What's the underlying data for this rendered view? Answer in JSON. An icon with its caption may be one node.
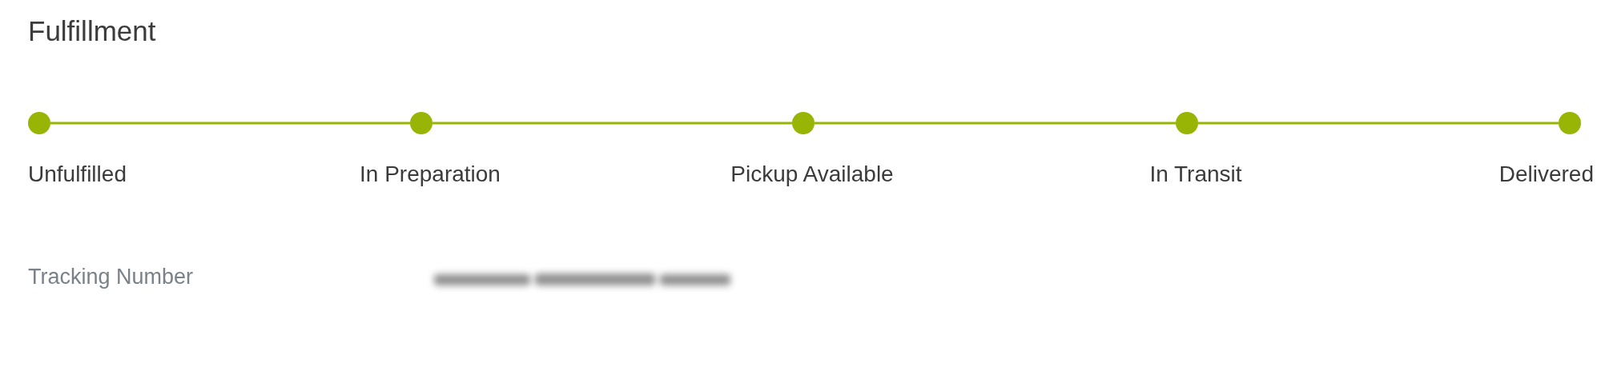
{
  "diagram": {
    "title": "Fulfillment",
    "nodes": [
      {
        "text": [],
        "shape": "circle",
        "beside": [
          "Unfulfilled"
        ]
      },
      {
        "text": [],
        "shape": "circle",
        "beside": [
          "In Preparation"
        ]
      },
      {
        "text": [],
        "shape": "circle",
        "beside": [
          "Pickup Available"
        ]
      },
      {
        "text": [],
        "shape": "circle",
        "beside": [
          "In Transit"
        ]
      },
      {
        "text": [],
        "shape": "circle",
        "beside": [
          "Delivered"
        ]
      }
    ],
    "edges": [
      {
        "from": 0,
        "to": 1,
        "arrow": "none"
      },
      {
        "from": 1,
        "to": 2,
        "arrow": "none"
      },
      {
        "from": 2,
        "to": 3,
        "arrow": "none"
      },
      {
        "from": 3,
        "to": 4,
        "arrow": "none"
      }
    ],
    "labels": [
      "Tracking Number"
    ]
  }
}
